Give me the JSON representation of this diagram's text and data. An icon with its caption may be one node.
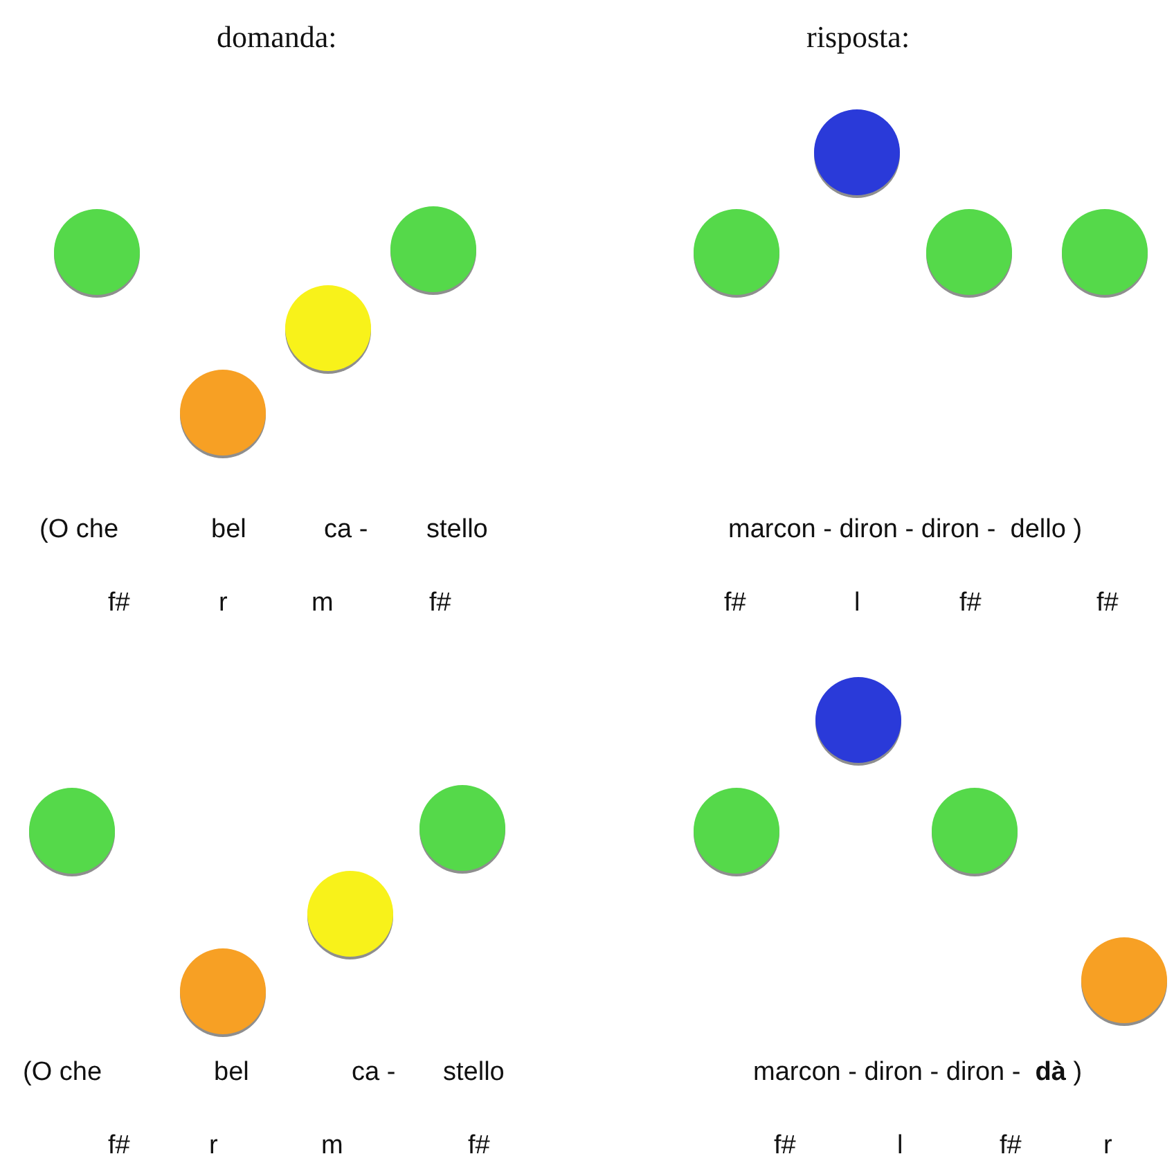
{
  "diagram": {
    "nodes": [
      {
        "text": [],
        "shape": "circle"
      },
      {
        "text": [],
        "shape": "circle"
      },
      {
        "text": [],
        "shape": "circle"
      },
      {
        "text": [],
        "shape": "circle"
      },
      {
        "text": [],
        "shape": "circle"
      },
      {
        "text": [],
        "shape": "circle"
      },
      {
        "text": [],
        "shape": "circle"
      },
      {
        "text": [],
        "shape": "circle"
      },
      {
        "text": [],
        "shape": "circle"
      },
      {
        "text": [],
        "shape": "circle"
      },
      {
        "text": [],
        "shape": "circle"
      },
      {
        "text": [],
        "shape": "circle"
      },
      {
        "text": [],
        "shape": "circle"
      },
      {
        "text": [],
        "shape": "circle"
      },
      {
        "text": [],
        "shape": "circle"
      },
      {
        "text": [],
        "shape": "circle"
      }
    ],
    "edges": [],
    "labels": [
      "domanda:",
      "risposta:",
      "(O che",
      "bel",
      "ca -",
      "stello",
      "marcon - diron - diron -  dello )",
      "f#",
      "r",
      "m",
      "f#",
      "f#",
      "l",
      "f#",
      "f#",
      "(O che",
      "bel",
      "ca -",
      "stello",
      "marcon - diron - diron -  **dà** )",
      "f#",
      "r",
      "m",
      "f#",
      "f#",
      "l",
      "f#",
      "r"
    ]
  }
}
